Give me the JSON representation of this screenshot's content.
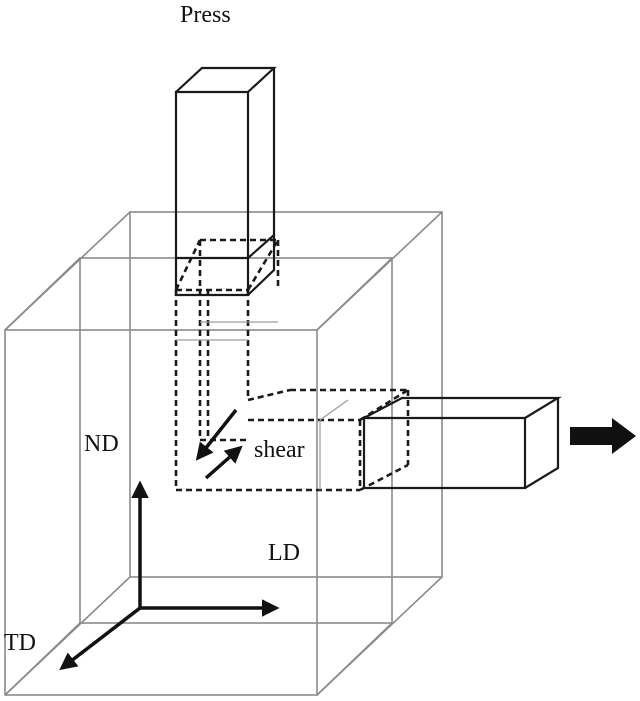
{
  "labels": {
    "press": "Press",
    "nd": "ND",
    "shear": "shear",
    "ld": "LD",
    "td": "TD"
  },
  "colors": {
    "ink": "#111111",
    "die_outline": "#8a8a8a"
  },
  "icons": {
    "exit_arrow": "right-arrow-icon",
    "shear_arrows": "opposing-arrows-icon"
  }
}
